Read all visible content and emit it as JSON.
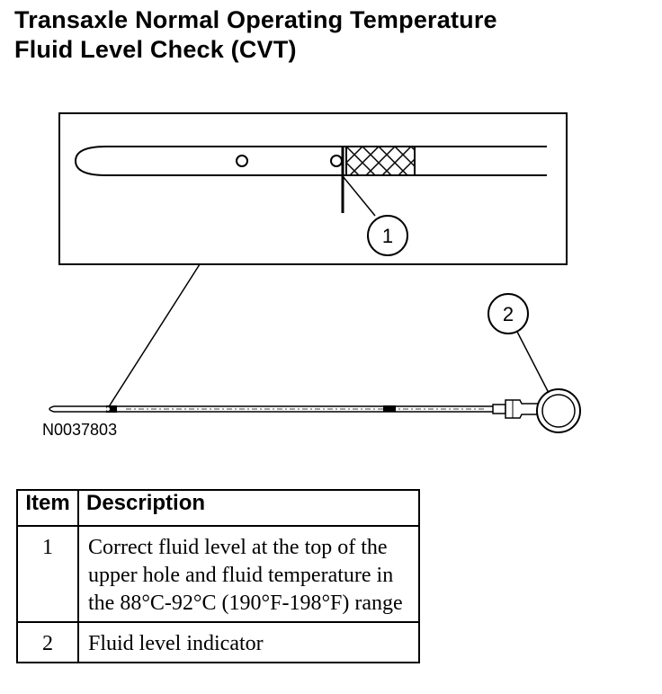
{
  "title": {
    "line1": "Transaxle Normal Operating Temperature",
    "line2": "Fluid Level Check (CVT)"
  },
  "figure_id": "N0037803",
  "callouts": [
    "1",
    "2"
  ],
  "legend": {
    "headers": {
      "item": "Item",
      "description": "Description"
    },
    "rows": [
      {
        "item": "1",
        "description": "Correct fluid level at the top of the upper hole and fluid temperature in the 88°C-92°C (190°F-198°F) range"
      },
      {
        "item": "2",
        "description": "Fluid level indicator"
      }
    ]
  }
}
